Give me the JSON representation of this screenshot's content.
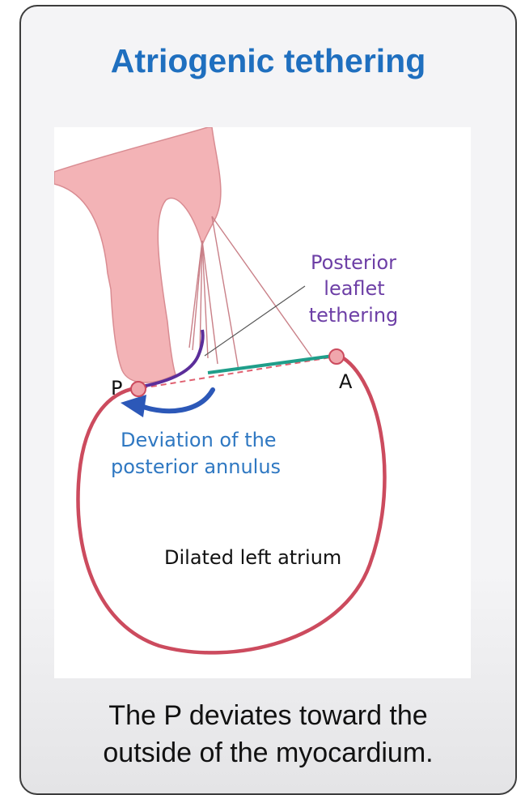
{
  "title": "Atriogenic tethering",
  "diagram": {
    "label_posterior_tethering": [
      "Posterior",
      "leaflet",
      "tethering"
    ],
    "label_p": "P",
    "label_a": "A",
    "label_deviation": [
      "Deviation of the",
      "posterior annulus"
    ],
    "label_atrium": "Dilated left atrium",
    "colors": {
      "muscle_fill": "#f3b3b6",
      "muscle_stroke": "#d98c92",
      "atrium_outline": "#cc4b5e",
      "leaflet_purple": "#5b2e9a",
      "leaflet_teal": "#1f9e8a",
      "deviation_arrow": "#2c58b8",
      "label_purple": "#6d3fa6",
      "label_blue": "#2f78c2"
    }
  },
  "caption": [
    "The P deviates toward the",
    "outside of the myocardium."
  ]
}
